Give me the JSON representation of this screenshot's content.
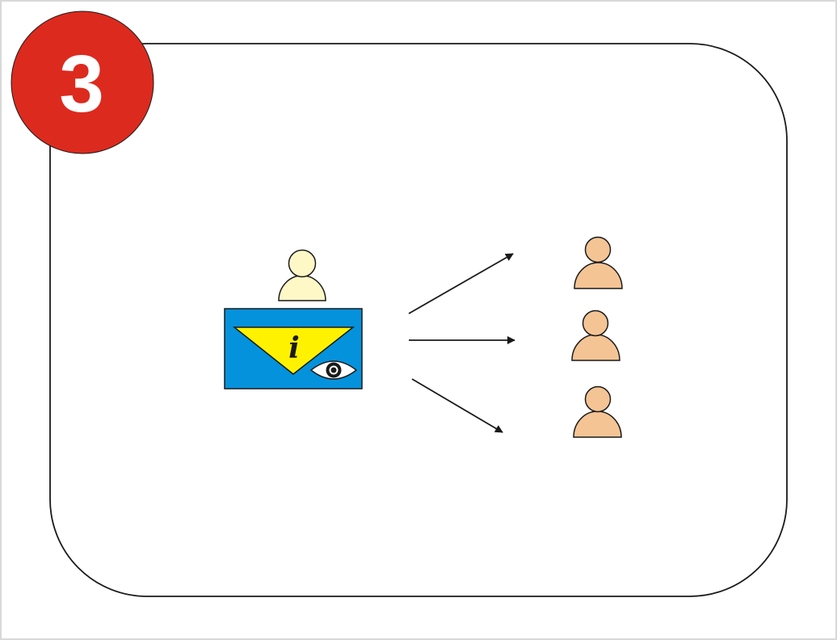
{
  "step_badge": {
    "number": "3",
    "fill_color": "#dd2a1e",
    "text_color": "#ffffff"
  },
  "presenter": {
    "icon": "person-icon",
    "fill_color": "#fdf8c6"
  },
  "info_sign": {
    "icon": "info-eye-sign-icon",
    "letter": "i",
    "background_color": "#0592dc",
    "triangle_color": "#fff200"
  },
  "arrows": {
    "icon": "arrow-right-icon",
    "count": 3
  },
  "audience": {
    "icon": "person-icon",
    "fill_color": "#f4c494",
    "count": 3
  },
  "colors": {
    "outline": "#1a1a1a",
    "page_border": "#d8d8d8",
    "background": "#ffffff"
  }
}
